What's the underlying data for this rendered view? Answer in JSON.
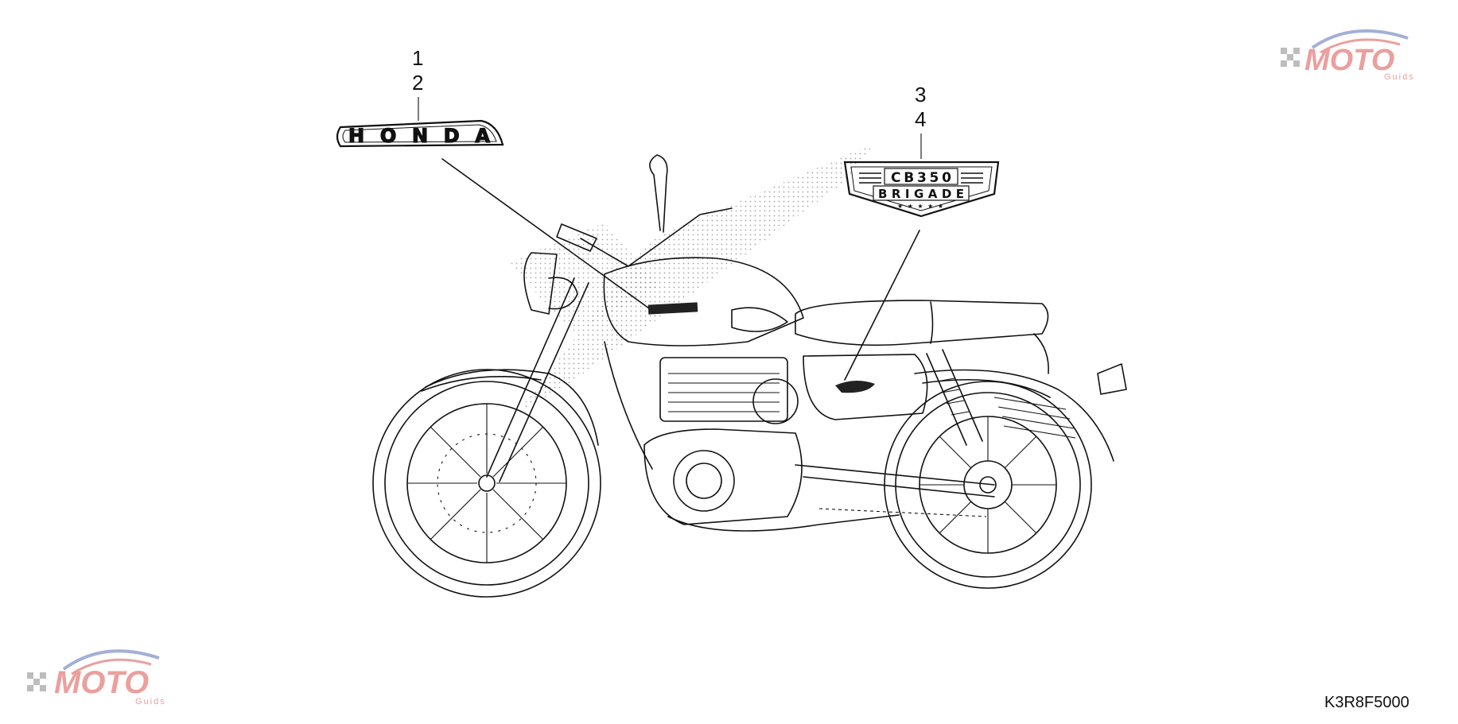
{
  "callouts": {
    "n1": "1",
    "n2": "2",
    "n3": "3",
    "n4": "4"
  },
  "emblems": {
    "tank_badge": "HONDA",
    "side_badge_line1": "CB350",
    "side_badge_line2": "BRIGADE",
    "side_badge_stars": "★★★★★"
  },
  "watermark": {
    "logo_text": "MOTO",
    "logo_sub": "Guids",
    "accent_red": "#d9534f",
    "accent_blue": "#5b6fb5"
  },
  "diagram_code": "K3R8F5000"
}
